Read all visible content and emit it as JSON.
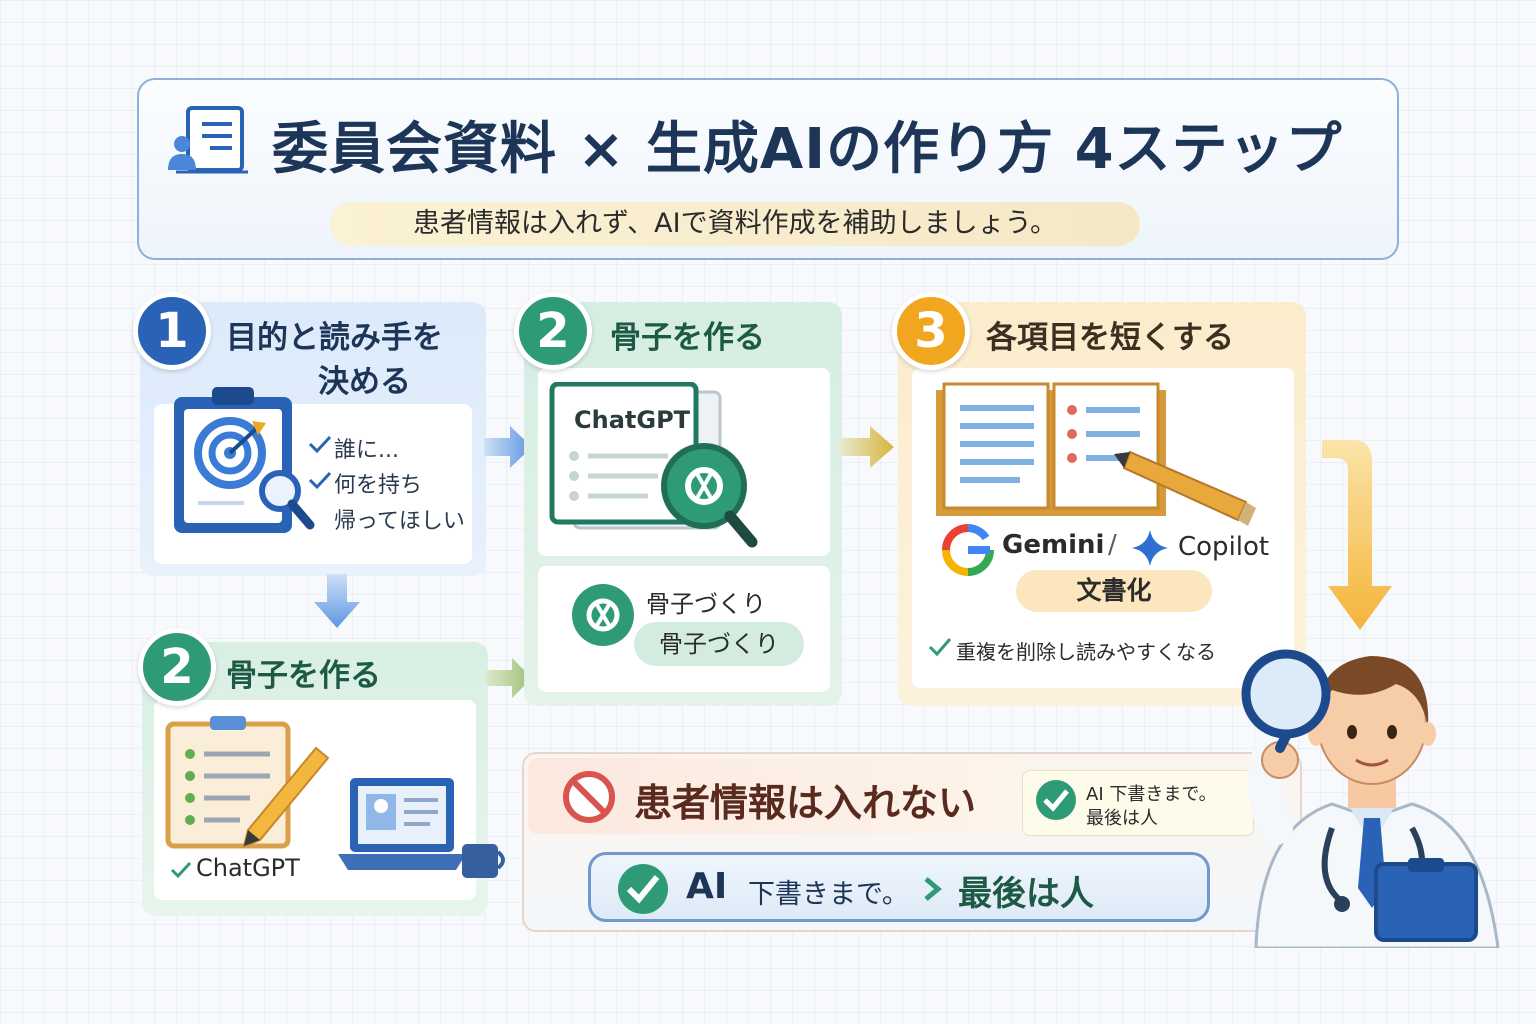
{
  "header": {
    "title": "委員会資料 × 生成AIの作り方 4ステップ",
    "subtitle": "患者情報は入れず、AIで資料作成を補助しましょう。"
  },
  "step1": {
    "number": "1",
    "title_line1": "目的と読み手を",
    "title_line2": "決める",
    "checks": [
      "誰に...",
      "何を持ち",
      "帰ってほしい"
    ]
  },
  "step2_left": {
    "number": "2",
    "title": "骨子を作る",
    "tool_label": "ChatGPT"
  },
  "step2_main": {
    "number": "2",
    "title": "骨子を作る",
    "doc_label": "ChatGPT",
    "item_label": "骨子づくり",
    "pill_label": "骨子づくり"
  },
  "step3": {
    "number": "3",
    "title": "各項目を短くする",
    "tool1": "Gemini",
    "separator": "/",
    "tool2": "Copilot",
    "pill_label": "文書化",
    "note": "重複を削除し読みやすくなる"
  },
  "warning": {
    "title": "患者情報は入れない",
    "side_line1": "AI 下書きまで。",
    "side_line2": "最後は人",
    "bottom_ai": "AI",
    "bottom_draft": "下書きまで。",
    "bottom_final": "最後は人"
  },
  "colors": {
    "blue": "#2a63b5",
    "green": "#2e9b76",
    "orange": "#f0a61f",
    "red": "#d9534f",
    "navy": "#1d3557"
  }
}
